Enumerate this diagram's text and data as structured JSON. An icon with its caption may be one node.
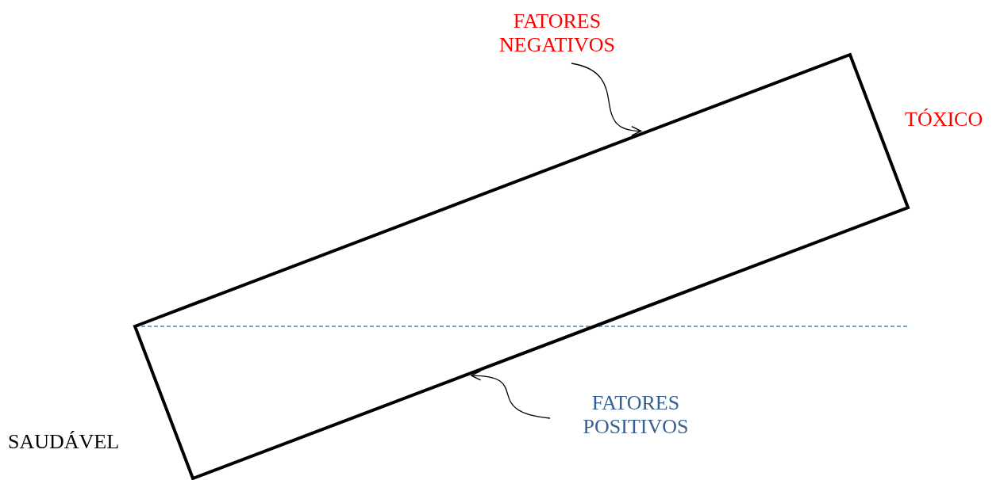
{
  "diagram": {
    "nodes": [
      {
        "text": [],
        "shape": "box"
      },
      {
        "text": [
          "FATORES NEGATIVOS"
        ]
      },
      {
        "text": [
          "FATORES POSITIVOS"
        ]
      }
    ],
    "edges": [
      {
        "from": 1,
        "to": 0,
        "arrow": "to"
      },
      {
        "from": 2,
        "to": 0,
        "arrow": "to"
      }
    ],
    "labels": [
      "TÓXICO",
      "SAUDÁVEL"
    ]
  }
}
